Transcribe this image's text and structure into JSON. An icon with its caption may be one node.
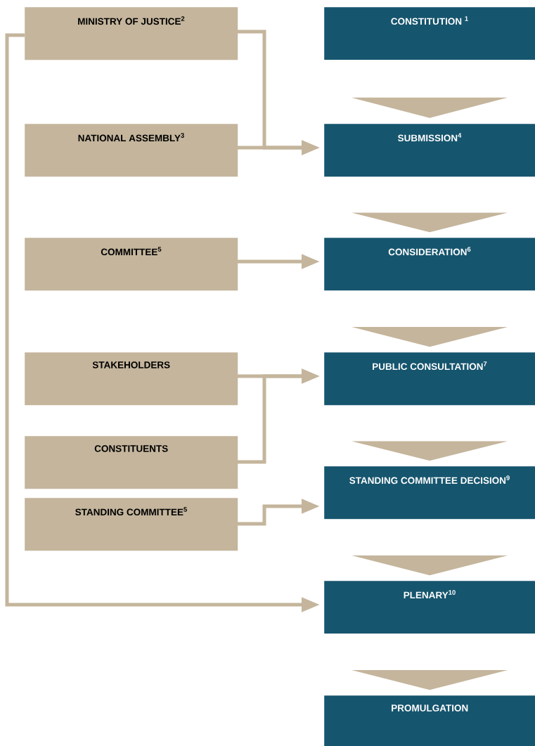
{
  "diagram": {
    "nodes": [
      {
        "text": [
          "MINISTRY OF JUSTICE$^{2}$"
        ]
      },
      {
        "text": [
          "CONSTITUTION $^{1}$"
        ]
      },
      {
        "text": [
          "NATIONAL ASSEMBLY$^{3}$"
        ]
      },
      {
        "text": [
          "SUBMISSION$^{4}$"
        ]
      },
      {
        "text": [
          "COMMITTEE$^{5}$"
        ]
      },
      {
        "text": [
          "CONSIDERATION$^{6}$"
        ]
      },
      {
        "text": [
          "STAKEHOLDERS"
        ]
      },
      {
        "text": [
          "PUBLIC CONSULTATION$^{7}$"
        ]
      },
      {
        "text": [
          "CONSTITUENTS"
        ]
      },
      {
        "text": [
          "STANDING COMMITTEE$^{5}$"
        ]
      },
      {
        "text": [
          "STANDING COMMITTEE DECISION$^{9}$"
        ]
      },
      {
        "text": [
          "PLENARY$^{10}$"
        ]
      },
      {
        "text": [
          "PROMULGATION"
        ]
      }
    ],
    "edges": [
      {
        "from": 1,
        "to": 3,
        "arrow": "to"
      },
      {
        "from": 3,
        "to": 5,
        "arrow": "to"
      },
      {
        "from": 5,
        "to": 7,
        "arrow": "to"
      },
      {
        "from": 7,
        "to": 10,
        "arrow": "to"
      },
      {
        "from": 10,
        "to": 11,
        "arrow": "to"
      },
      {
        "from": 11,
        "to": 12,
        "arrow": "to"
      },
      {
        "from": 0,
        "to": 3,
        "arrow": "to"
      },
      {
        "from": 2,
        "to": 3,
        "arrow": "to"
      },
      {
        "from": 4,
        "to": 5,
        "arrow": "to"
      },
      {
        "from": 6,
        "to": 7,
        "arrow": "to"
      },
      {
        "from": 8,
        "to": 7,
        "arrow": "to"
      },
      {
        "from": 9,
        "to": 10,
        "arrow": "to"
      },
      {
        "from": 0,
        "to": 11,
        "arrow": "to"
      }
    ]
  }
}
